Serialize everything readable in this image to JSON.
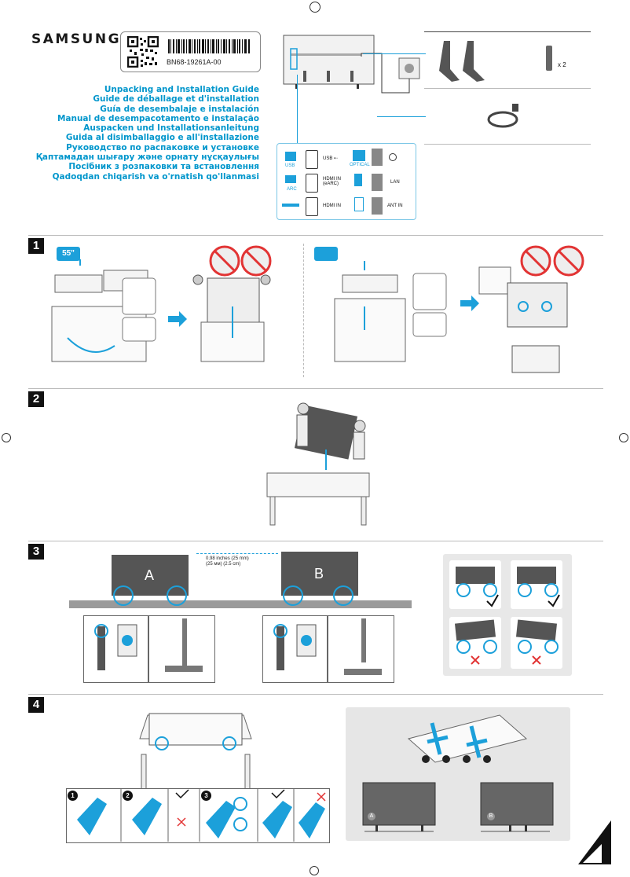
{
  "header": {
    "brand": "SAMSUNG",
    "part_number": "BN68-19261A-00",
    "titles": [
      "Unpacking and Installation Guide",
      "Guide de déballage et d'installation",
      "Guía de desembalaje e instalación",
      "Manual de desempacotamento e instalação",
      "Auspacken und Installationsanleitung",
      "Guida al disimballaggio e all'installazione",
      "Руководство по распаковке и установке",
      "Қаптамадан шығару және орнату нұсқаулығы",
      "Посібник з розпаковки та встановлення",
      "Qadoqdan chiqarish va o'rnatish qo'llanmasi"
    ]
  },
  "ports": {
    "usb_icon_label": "USB",
    "usb_label": "USB ⇠",
    "optical_label": "OPTICAL",
    "hdmi_earc_icon_label": "ARC",
    "hdmi_earc_label": "HDMI IN\n(eARC)",
    "lan_label": "LAN",
    "hdmi2_label": "HDMI IN",
    "ant_label": "ANT IN"
  },
  "accessories": {
    "screw_qty": "x 2"
  },
  "steps": {
    "s1": "1",
    "s2": "2",
    "s3": "3",
    "s4": "4"
  },
  "step1": {
    "size_badge": "55\"",
    "size_badge2": ""
  },
  "step3": {
    "letter_a": "A",
    "letter_b": "B",
    "dimension_line1": "0.98 inches (25 mm)",
    "dimension_line2": "(25 мм) (2.5 cm)"
  },
  "step4": {
    "sub1": "1",
    "sub2": "2",
    "sub3": "3",
    "label_a": "A",
    "label_b": "B"
  },
  "colors": {
    "accent": "#1ca0da",
    "title_blue": "#0096cc",
    "dark": "#111111"
  }
}
